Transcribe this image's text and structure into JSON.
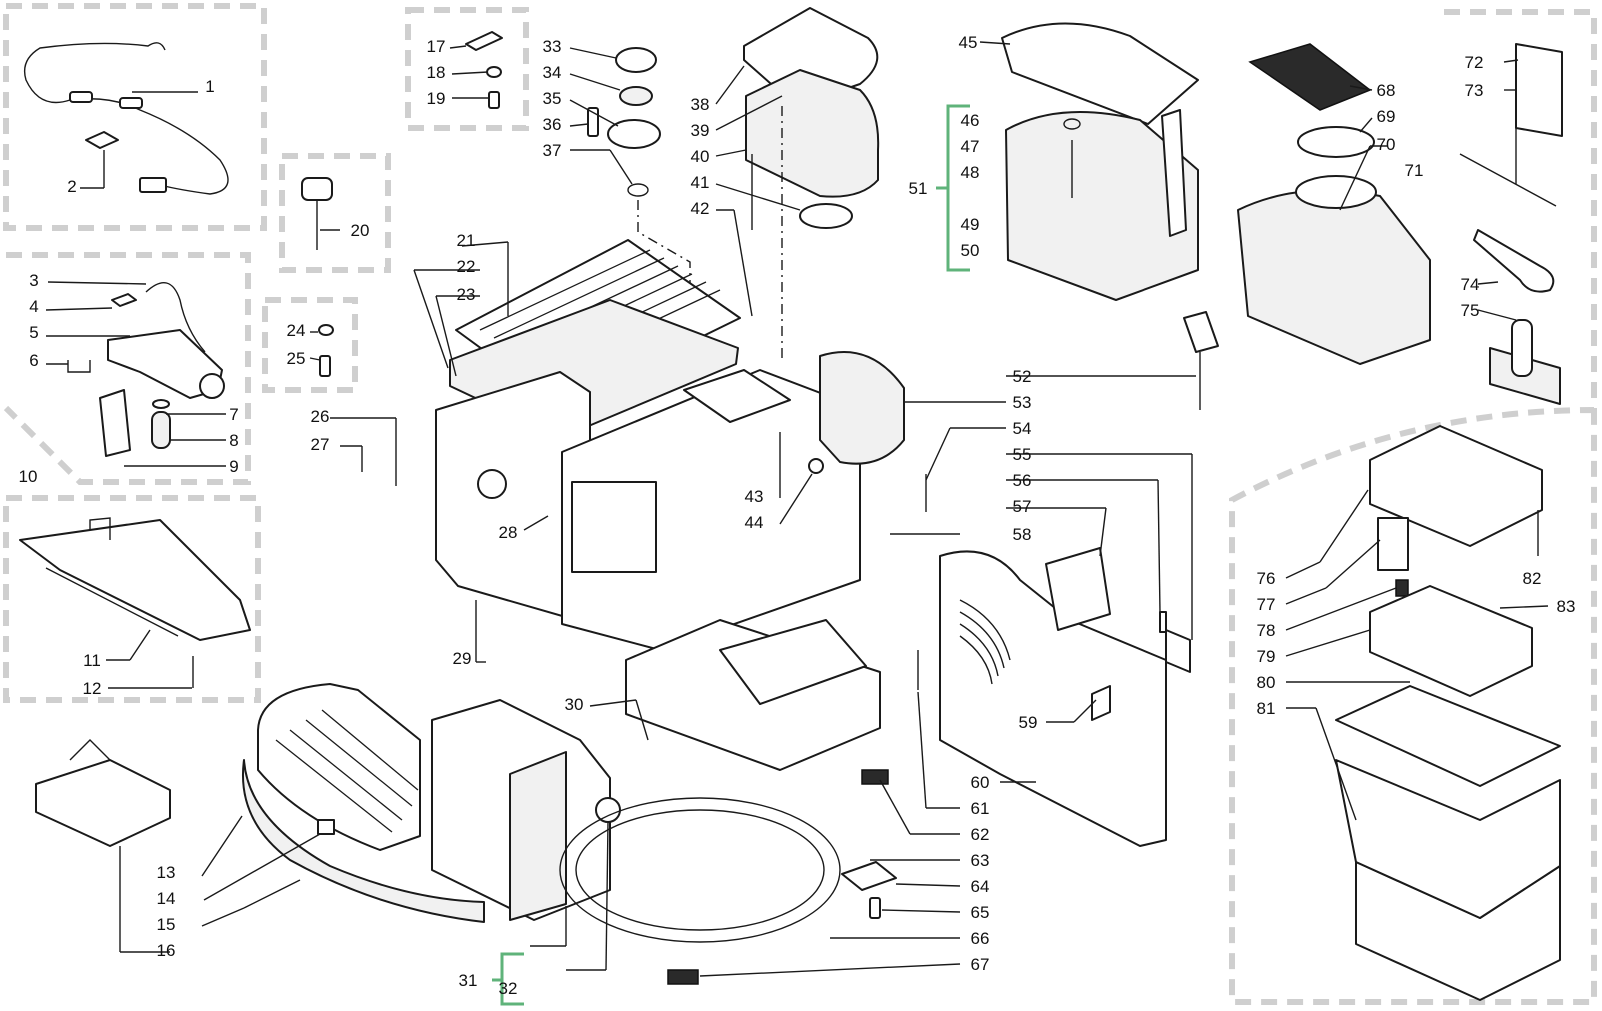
{
  "diagram": {
    "colors": {
      "stroke": "#1a1a1a",
      "group_box": "#cfcfcf",
      "bracket": "#5fb37a",
      "label": "#111111"
    },
    "group_brackets": {
      "51": "51",
      "31": "31"
    },
    "labels": [
      "1",
      "2",
      "3",
      "4",
      "5",
      "6",
      "7",
      "8",
      "9",
      "10",
      "11",
      "12",
      "13",
      "14",
      "15",
      "16",
      "17",
      "18",
      "19",
      "20",
      "21",
      "22",
      "23",
      "24",
      "25",
      "26",
      "27",
      "28",
      "29",
      "30",
      "31",
      "32",
      "33",
      "34",
      "35",
      "36",
      "37",
      "38",
      "39",
      "40",
      "41",
      "42",
      "43",
      "44",
      "45",
      "46",
      "47",
      "48",
      "49",
      "50",
      "51",
      "52",
      "53",
      "54",
      "55",
      "56",
      "57",
      "58",
      "59",
      "60",
      "61",
      "62",
      "63",
      "64",
      "65",
      "66",
      "67",
      "68",
      "69",
      "70",
      "71",
      "72",
      "73",
      "74",
      "75",
      "76",
      "77",
      "78",
      "79",
      "80",
      "81",
      "82",
      "83"
    ]
  }
}
